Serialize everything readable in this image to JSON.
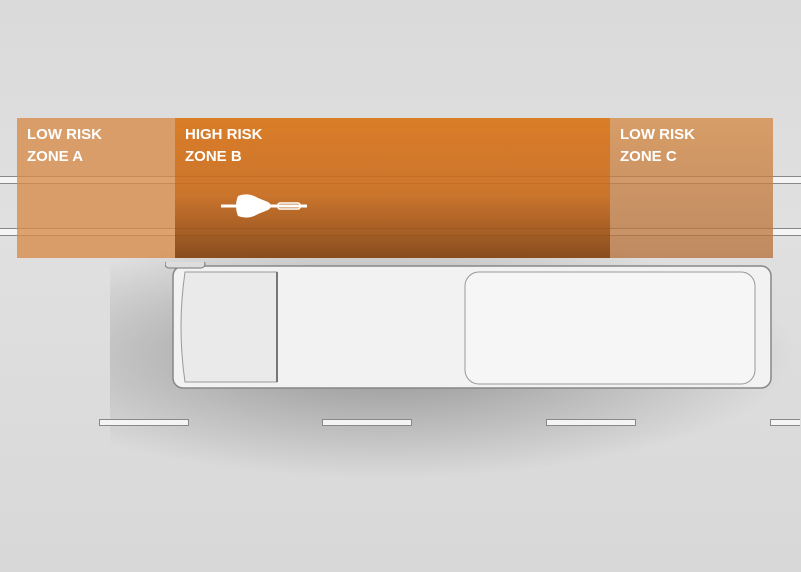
{
  "zones": [
    {
      "label_line1": "LOW RISK",
      "label_line2": "ZONE A"
    },
    {
      "label_line1": "HIGH RISK",
      "label_line2": "ZONE B"
    },
    {
      "label_line1": "LOW RISK",
      "label_line2": "ZONE C"
    }
  ],
  "colors": {
    "high_risk": "#d9781e",
    "low_risk": "#d68b46"
  }
}
